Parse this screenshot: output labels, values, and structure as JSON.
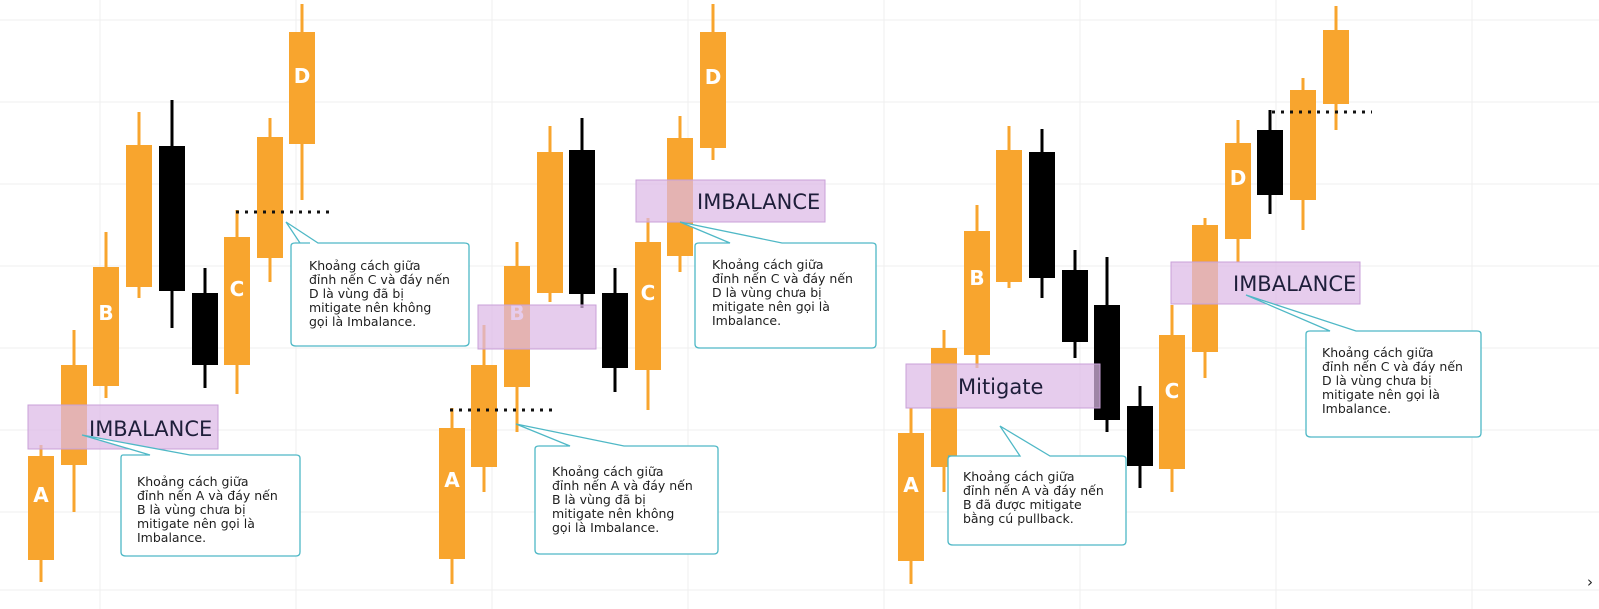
{
  "colors": {
    "bull_candle": "#F8A52E",
    "bear_candle": "#000000",
    "zone_fill": "#DCB8E6",
    "zone_stroke": "#C9A0D8",
    "callout_border": "#4FB8C6",
    "grid": "#EFEFEF"
  },
  "panels": [
    {
      "candle_labels": {
        "a": "A",
        "b": "B",
        "c": "C",
        "d": "D"
      },
      "zone_label": "IMBALANCE",
      "callout": "Khoảng cách giữa\nđỉnh nến A và đáy nến\nB là vùng chưa bị\nmitigate nên gọi là\nImbalance.",
      "callout2": "Khoảng cách giữa\nđỉnh nến C và đáy nến\nD là vùng đã bị\nmitigate nên không\ngọi là Imbalance."
    },
    {
      "candle_labels": {
        "a": "A",
        "b": "B",
        "c": "C",
        "d": "D"
      },
      "zone_label": "IMBALANCE",
      "callout": "Khoảng cách giữa\nđỉnh nến A và đáy nến\nB là vùng đã bị\nmitigate nên không\ngọi là Imbalance.",
      "callout2": "Khoảng cách giữa\nđỉnh nến C và đáy nến\nD là vùng chưa bị\nmitigate nên gọi là\nImbalance."
    },
    {
      "candle_labels": {
        "a": "A",
        "b": "B",
        "c": "C",
        "d": "D"
      },
      "zone_label": "Mitigate",
      "zone_label2": "IMBALANCE",
      "callout": "Khoảng cách giữa\nđỉnh nến A và đáy nến\nB đã được mitigate\nbằng cú pullback.",
      "callout2": "Khoảng cách giữa\nđỉnh nến C và đáy nến\nD là vùng chưa bị\nmitigate nên gọi là\nImbalance."
    }
  ],
  "close_glyph": "›"
}
